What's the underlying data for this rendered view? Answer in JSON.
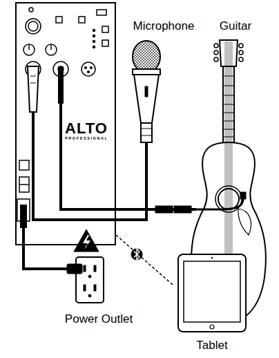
{
  "diagram": {
    "nodes": [
      {
        "text": [
          "ALTO",
          "PROFESSIONAL"
        ]
      },
      {
        "text": [
          "Microphone"
        ]
      },
      {
        "text": [
          "Guitar"
        ]
      },
      {
        "text": [
          "Power Outlet"
        ]
      },
      {
        "text": [
          "Tablet"
        ]
      }
    ],
    "edges": [
      {
        "from": 0,
        "to": 1,
        "arrow": "none"
      },
      {
        "from": 0,
        "to": 2,
        "arrow": "none"
      },
      {
        "from": 0,
        "to": 3,
        "arrow": "none"
      },
      {
        "from": 0,
        "to": 4,
        "arrow": "none"
      }
    ]
  }
}
